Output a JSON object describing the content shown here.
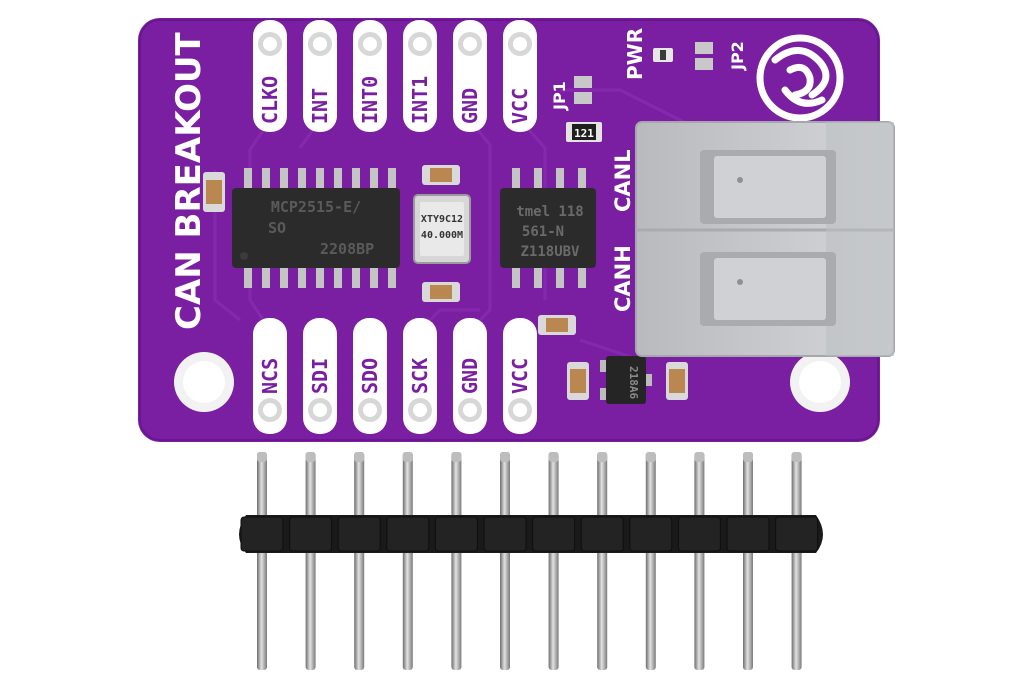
{
  "board": {
    "title": "CAN BREAKOUT",
    "top_pins": [
      "CLKO",
      "INT",
      "INT0",
      "INT1",
      "GND",
      "VCC"
    ],
    "bottom_pins": [
      "NCS",
      "SDI",
      "SDO",
      "SCK",
      "GND",
      "VCC"
    ],
    "labels": {
      "pwr": "PWR",
      "jp1": "JP1",
      "jp2": "JP2",
      "canl": "CANL",
      "canh": "CANH"
    },
    "chip1": {
      "line1": "MCP2515-E/",
      "line2": "SO",
      "line3": "2208BP"
    },
    "crystal": {
      "line1": "XTY9C12",
      "line2": "40.000M"
    },
    "chip2": {
      "line1": "tmel 118",
      "line2": "561-N",
      "line3": "Z118UBV"
    },
    "small_ic": "218A6",
    "resistor": "121",
    "colors": {
      "pcb": "#7b1fa2",
      "silkscreen": "#ffffff",
      "terminal": "#c9cbce",
      "chip": "#2b2b2b"
    }
  },
  "header": {
    "pin_count": 12
  }
}
